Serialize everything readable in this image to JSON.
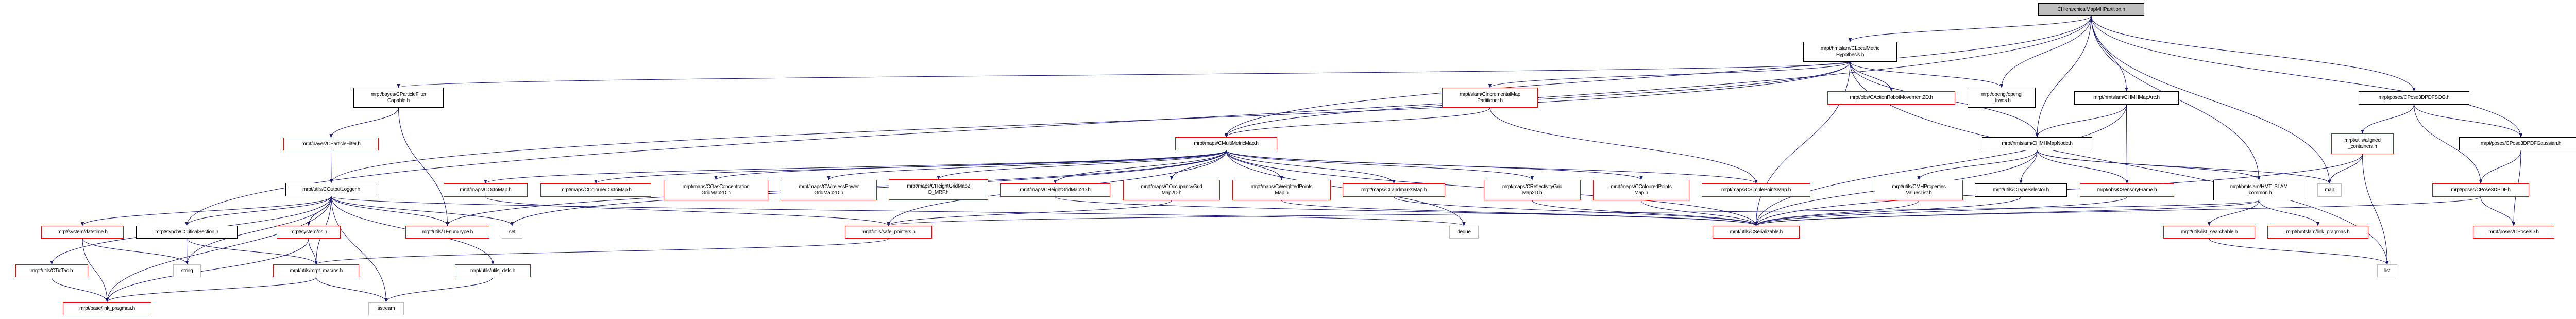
{
  "title": "CHierarchicalMapMHPartition.h",
  "colors": {
    "edge": "#191970",
    "root_fill": "#bfbfbf",
    "documented_border": "#000000",
    "truncated_border": "#ff0000",
    "system_border": "#bfbfbf"
  },
  "nodes": [
    {
      "id": "root",
      "label": "CHierarchicalMapMHPartition.h",
      "kind": "root"
    },
    {
      "id": "lmh",
      "label": "mrpt/hmtslam/CLocalMetric\nHypothesis.h",
      "kind": "doc"
    },
    {
      "id": "pfc",
      "label": "mrpt/bayes/CParticleFilter\nCapable.h",
      "kind": "doc"
    },
    {
      "id": "pf",
      "label": "mrpt/bayes/CParticleFilter.h",
      "kind": "red"
    },
    {
      "id": "imp",
      "label": "mrpt/slam/CIncrementalMap\nPartitioner.h",
      "kind": "red"
    },
    {
      "id": "arm",
      "label": "mrpt/obs/CActionRobotMovement2D.h",
      "kind": "red"
    },
    {
      "id": "ogl",
      "label": "mrpt/opengl/opengl\n_frwds.h",
      "kind": "doc"
    },
    {
      "id": "arc",
      "label": "mrpt/hmtslam/CHMHMapArc.h",
      "kind": "doc"
    },
    {
      "id": "sog",
      "label": "mrpt/poses/CPose3DPDFSOG.h",
      "kind": "doc"
    },
    {
      "id": "mmm",
      "label": "mrpt/maps/CMultiMetricMap.h",
      "kind": "red"
    },
    {
      "id": "hnode",
      "label": "mrpt/hmtslam/CHMHMapNode.h",
      "kind": "doc"
    },
    {
      "id": "align",
      "label": "mrpt/utils/aligned\n_containers.h",
      "kind": "red"
    },
    {
      "id": "gauss",
      "label": "mrpt/poses/CPose3DPDFGaussian.h",
      "kind": "doc"
    },
    {
      "id": "logger",
      "label": "mrpt/utils/COutputLogger.h",
      "kind": "doc"
    },
    {
      "id": "octo",
      "label": "mrpt/maps/COctoMap.h",
      "kind": "red"
    },
    {
      "id": "coct",
      "label": "mrpt/maps/CColouredOctoMap.h",
      "kind": "red"
    },
    {
      "id": "gas",
      "label": "mrpt/maps/CGasConcentration\nGridMap2D.h",
      "kind": "red"
    },
    {
      "id": "wpow",
      "label": "mrpt/maps/CWirelessPower\nGridMap2D.h",
      "kind": "red"
    },
    {
      "id": "hmrf",
      "label": "mrpt/maps/CHeightGridMap2\nD_MRF.h",
      "kind": "red"
    },
    {
      "id": "hgm",
      "label": "mrpt/maps/CHeightGridMap2D.h",
      "kind": "red"
    },
    {
      "id": "occ",
      "label": "mrpt/maps/COccupancyGrid\nMap2D.h",
      "kind": "red"
    },
    {
      "id": "wpts",
      "label": "mrpt/maps/CWeightedPoints\nMap.h",
      "kind": "red"
    },
    {
      "id": "lmk",
      "label": "mrpt/maps/CLandmarksMap.h",
      "kind": "red"
    },
    {
      "id": "refl",
      "label": "mrpt/maps/CReflectivityGrid\nMap2D.h",
      "kind": "red"
    },
    {
      "id": "cpts",
      "label": "mrpt/maps/CColouredPoints\nMap.h",
      "kind": "red"
    },
    {
      "id": "spts",
      "label": "mrpt/maps/CSimplePointsMap.h",
      "kind": "red"
    },
    {
      "id": "mhp",
      "label": "mrpt/utils/CMHProperties\nValuesList.h",
      "kind": "red"
    },
    {
      "id": "tsel",
      "label": "mrpt/utils/CTypeSelector.h",
      "kind": "doc"
    },
    {
      "id": "sf",
      "label": "mrpt/obs/CSensoryFrame.h",
      "kind": "red"
    },
    {
      "id": "hmt",
      "label": "mrpt/hmtslam/HMT_SLAM\n_common.h",
      "kind": "doc"
    },
    {
      "id": "map",
      "label": "map",
      "kind": "sys"
    },
    {
      "id": "pdf",
      "label": "mrpt/poses/CPose3DPDF.h",
      "kind": "red"
    },
    {
      "id": "dt",
      "label": "mrpt/system/datetime.h",
      "kind": "red"
    },
    {
      "id": "crit",
      "label": "mrpt/synch/CCriticalSection.h",
      "kind": "doc"
    },
    {
      "id": "os",
      "label": "mrpt/system/os.h",
      "kind": "red"
    },
    {
      "id": "tenum",
      "label": "mrpt/utils/TEnumType.h",
      "kind": "red"
    },
    {
      "id": "set",
      "label": "set",
      "kind": "sys"
    },
    {
      "id": "safe",
      "label": "mrpt/utils/safe_pointers.h",
      "kind": "red"
    },
    {
      "id": "deque",
      "label": "deque",
      "kind": "sys"
    },
    {
      "id": "ser",
      "label": "mrpt/utils/CSerializable.h",
      "kind": "red"
    },
    {
      "id": "lsrch",
      "label": "mrpt/utils/list_searchable.h",
      "kind": "red"
    },
    {
      "id": "hlp",
      "label": "mrpt/hmtslam/link_pragmas.h",
      "kind": "red"
    },
    {
      "id": "pose",
      "label": "mrpt/poses/CPose3D.h",
      "kind": "red"
    },
    {
      "id": "tictac",
      "label": "mrpt/utils/CTicTac.h",
      "kind": "red"
    },
    {
      "id": "string",
      "label": "string",
      "kind": "sys"
    },
    {
      "id": "macros",
      "label": "mrpt/utils/mrpt_macros.h",
      "kind": "red"
    },
    {
      "id": "udefs",
      "label": "mrpt/utils/utils_defs.h",
      "kind": "red"
    },
    {
      "id": "list",
      "label": "list",
      "kind": "sys"
    },
    {
      "id": "lp",
      "label": "mrpt/base/link_pragmas.h",
      "kind": "red"
    },
    {
      "id": "sstream",
      "label": "sstream",
      "kind": "sys"
    }
  ],
  "edges": [
    [
      "root",
      "lmh"
    ],
    [
      "root",
      "ogl"
    ],
    [
      "root",
      "hnode"
    ],
    [
      "root",
      "arc"
    ],
    [
      "root",
      "hmt"
    ],
    [
      "root",
      "map"
    ],
    [
      "root",
      "sog"
    ],
    [
      "root",
      "gauss"
    ],
    [
      "root",
      "crit"
    ],
    [
      "root",
      "mmm"
    ],
    [
      "lmh",
      "pfc"
    ],
    [
      "lmh",
      "imp"
    ],
    [
      "lmh",
      "mmm"
    ],
    [
      "lmh",
      "arm"
    ],
    [
      "lmh",
      "hnode"
    ],
    [
      "lmh",
      "list"
    ],
    [
      "lmh",
      "ser"
    ],
    [
      "lmh",
      "logger"
    ],
    [
      "lmh",
      "ogl"
    ],
    [
      "pfc",
      "pf"
    ],
    [
      "pfc",
      "tenum"
    ],
    [
      "pf",
      "logger"
    ],
    [
      "logger",
      "dt"
    ],
    [
      "logger",
      "crit"
    ],
    [
      "logger",
      "tictac"
    ],
    [
      "logger",
      "lp"
    ],
    [
      "logger",
      "string"
    ],
    [
      "logger",
      "os"
    ],
    [
      "logger",
      "macros"
    ],
    [
      "logger",
      "sstream"
    ],
    [
      "logger",
      "tenum"
    ],
    [
      "logger",
      "set"
    ],
    [
      "logger",
      "udefs"
    ],
    [
      "logger",
      "deque"
    ],
    [
      "dt",
      "string"
    ],
    [
      "dt",
      "lp"
    ],
    [
      "crit",
      "string"
    ],
    [
      "crit",
      "macros"
    ],
    [
      "os",
      "lp"
    ],
    [
      "os",
      "macros"
    ],
    [
      "tictac",
      "lp"
    ],
    [
      "macros",
      "lp"
    ],
    [
      "macros",
      "sstream"
    ],
    [
      "udefs",
      "sstream"
    ],
    [
      "safe",
      "macros"
    ],
    [
      "imp",
      "mmm"
    ],
    [
      "imp",
      "spts"
    ],
    [
      "mmm",
      "octo"
    ],
    [
      "mmm",
      "coct"
    ],
    [
      "mmm",
      "gas"
    ],
    [
      "mmm",
      "wpow"
    ],
    [
      "mmm",
      "hmrf"
    ],
    [
      "mmm",
      "hgm"
    ],
    [
      "mmm",
      "occ"
    ],
    [
      "mmm",
      "wpts"
    ],
    [
      "mmm",
      "lmk"
    ],
    [
      "mmm",
      "refl"
    ],
    [
      "mmm",
      "cpts"
    ],
    [
      "mmm",
      "spts"
    ],
    [
      "mmm",
      "ser"
    ],
    [
      "mmm",
      "safe"
    ],
    [
      "mmm",
      "tenum"
    ],
    [
      "mmm",
      "set"
    ],
    [
      "mmm",
      "deque"
    ],
    [
      "octo",
      "safe"
    ],
    [
      "hgm",
      "ser"
    ],
    [
      "occ",
      "safe"
    ],
    [
      "wpts",
      "ser"
    ],
    [
      "lmk",
      "ser"
    ],
    [
      "refl",
      "ser"
    ],
    [
      "cpts",
      "ser"
    ],
    [
      "spts",
      "ser"
    ],
    [
      "arc",
      "hnode"
    ],
    [
      "arc",
      "sf"
    ],
    [
      "arc",
      "ser"
    ],
    [
      "hnode",
      "mhp"
    ],
    [
      "hnode",
      "tsel"
    ],
    [
      "hnode",
      "sf"
    ],
    [
      "hnode",
      "hmt"
    ],
    [
      "hnode",
      "map"
    ],
    [
      "hnode",
      "ser"
    ],
    [
      "mhp",
      "ser"
    ],
    [
      "tsel",
      "ser"
    ],
    [
      "sf",
      "ser"
    ],
    [
      "hmt",
      "lsrch"
    ],
    [
      "hmt",
      "hlp"
    ],
    [
      "hmt",
      "ser"
    ],
    [
      "hmt",
      "safe"
    ],
    [
      "lsrch",
      "list"
    ],
    [
      "sog",
      "align"
    ],
    [
      "sog",
      "pdf"
    ],
    [
      "sog",
      "gauss"
    ],
    [
      "align",
      "map"
    ],
    [
      "align",
      "list"
    ],
    [
      "align",
      "ser"
    ],
    [
      "gauss",
      "pdf"
    ],
    [
      "gauss",
      "pose"
    ],
    [
      "pdf",
      "pose"
    ],
    [
      "pdf",
      "ser"
    ]
  ]
}
